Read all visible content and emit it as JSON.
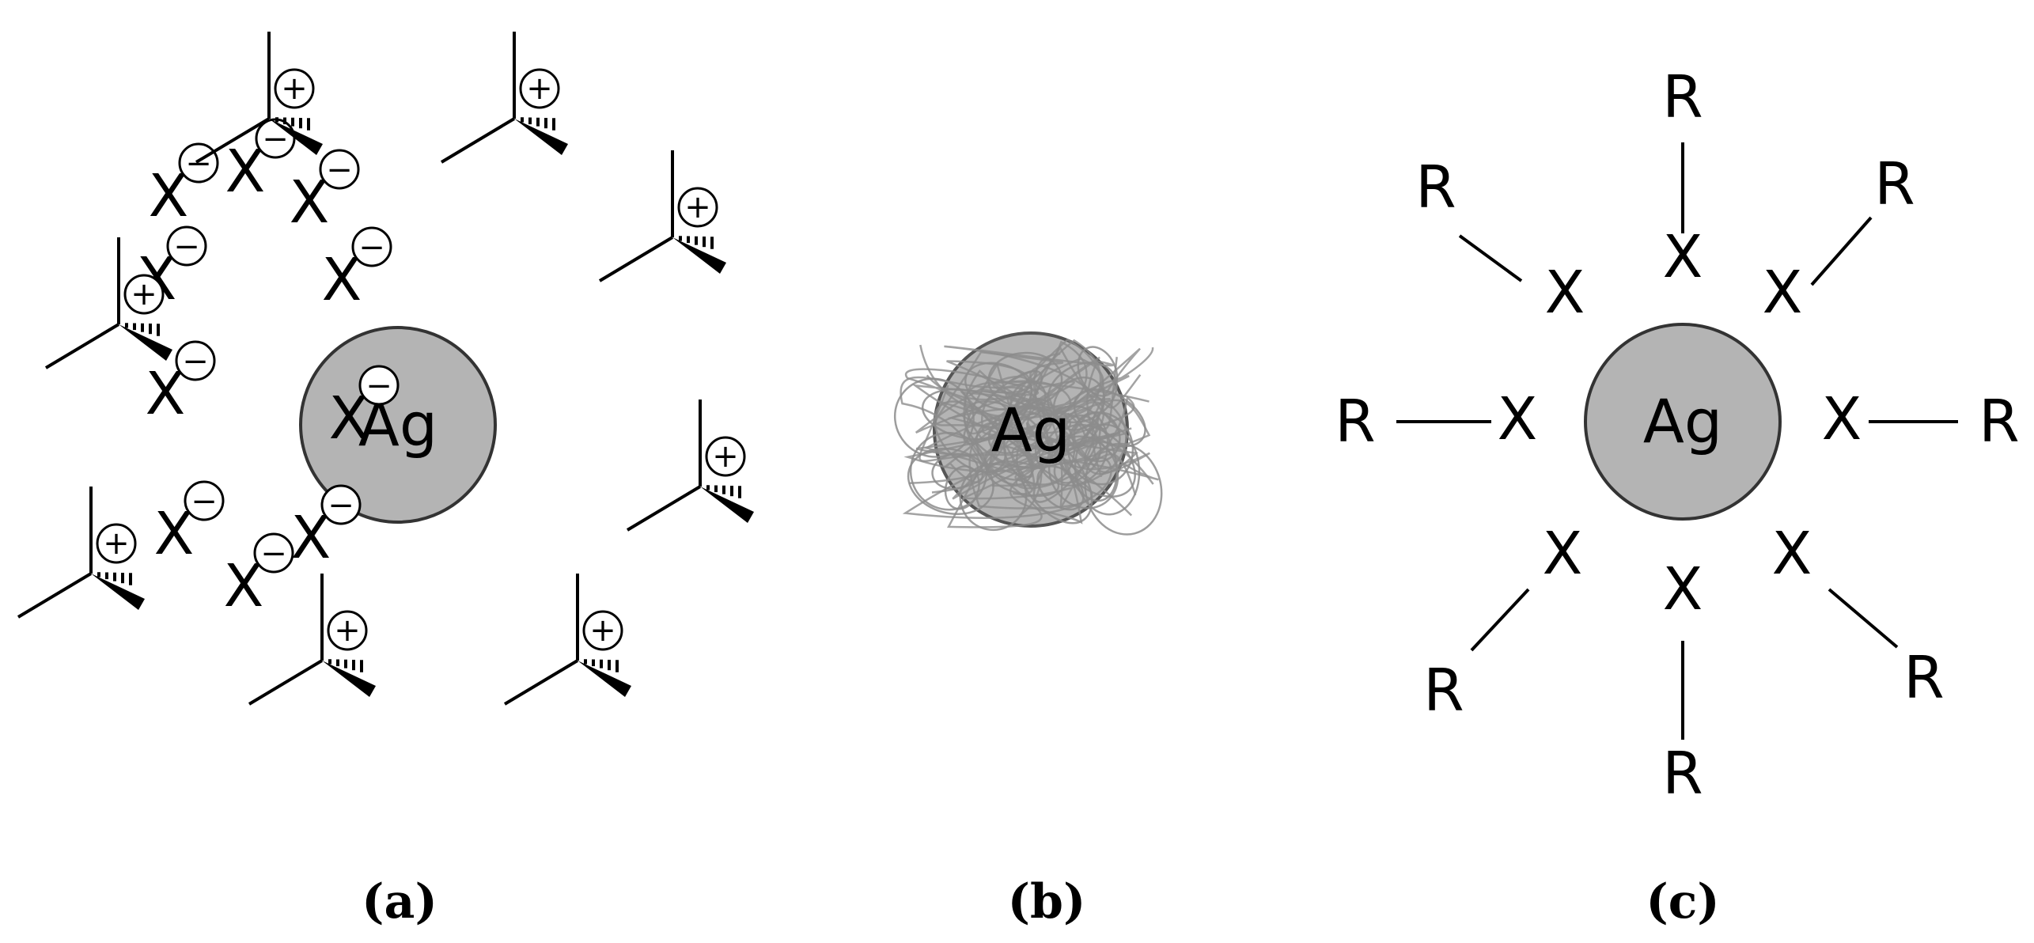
{
  "figure": {
    "core_label": "Ag",
    "anion_label": "X",
    "group_label": "R",
    "negative_sign": "−",
    "positive_sign": "+",
    "panels": [
      {
        "id": "a",
        "label": "(a)"
      },
      {
        "id": "b",
        "label": "(b)"
      },
      {
        "id": "c",
        "label": "(c)"
      }
    ]
  },
  "colors": {
    "core_fill": "#b4b4b4",
    "core_stroke": "#333333",
    "polymer_stroke": "#8c8c8c",
    "ink": "#000000"
  }
}
